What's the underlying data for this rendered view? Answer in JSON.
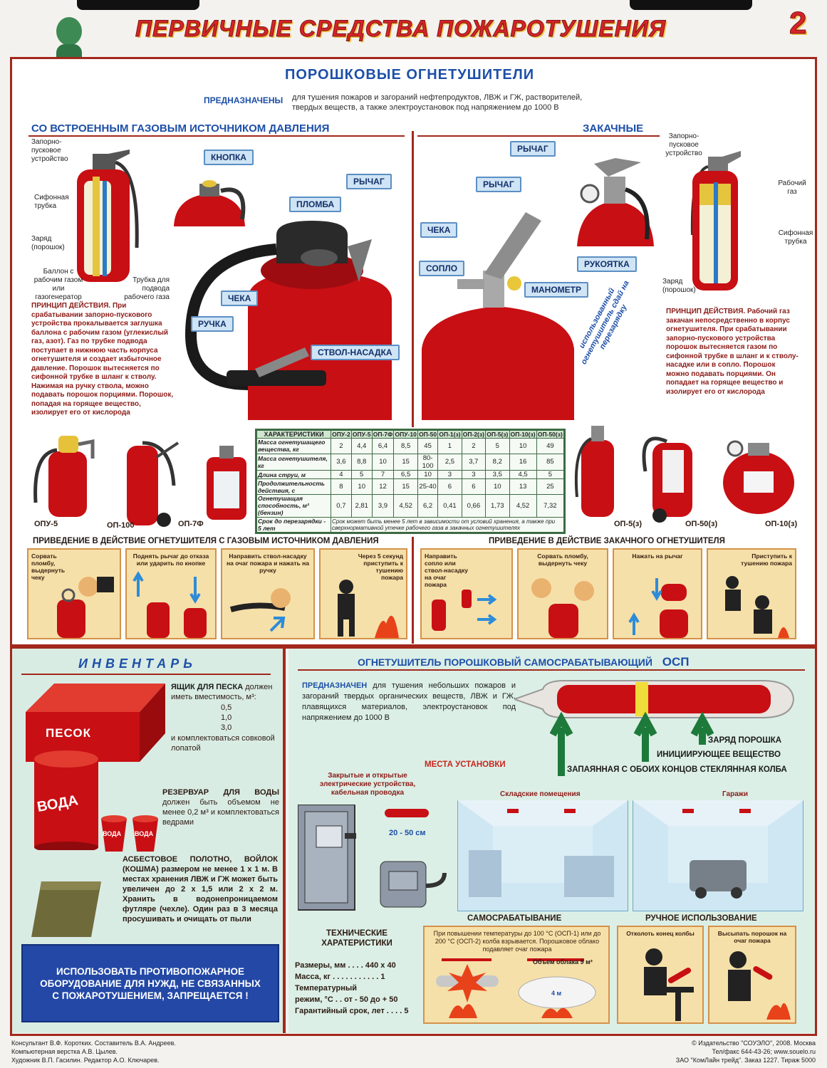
{
  "poster": {
    "title": "ПЕРВИЧНЫЕ СРЕДСТВА ПОЖАРОТУШЕНИЯ",
    "sheet_number": "2"
  },
  "powder": {
    "heading": "ПОРОШКОВЫЕ ОГНЕТУШИТЕЛИ",
    "purpose_label": "ПРЕДНАЗНАЧЕНЫ",
    "purpose_text_1": "для тушения пожаров и загораний нефтепродуктов, ЛВЖ и ГЖ, растворителей,",
    "purpose_text_2": "твердых веществ, а также электроустановок под напряжением до 1000 В"
  },
  "gas_source": {
    "heading": "СО ВСТРОЕННЫМ ГАЗОВЫМ ИСТОЧНИКОМ ДАВЛЕНИЯ",
    "labels": {
      "valve": "Запорно-пусковое устройство",
      "siphon": "Сифонная трубка",
      "charge": "Заряд (порошок)",
      "cylinder": "Баллон с рабочим газом или газогенератор",
      "tube": "Трубка для подвода рабочего газа"
    },
    "callouts": {
      "button": "КНОПКА",
      "lever": "РЫЧАГ",
      "seal": "ПЛОМБА",
      "pin": "ЧЕКА",
      "handle": "РУЧКА",
      "nozzle": "СТВОЛ-НАСАДКА"
    },
    "principle_title": "ПРИНЦИП ДЕЙСТВИЯ.",
    "principle_text": "При срабатывании запорно-пускового устройства прокалывается заглушка баллона с рабочим газом (углекислый газ, азот). Газ по трубке подвода поступает в нижнюю часть корпуса огнетушителя и создает избыточное давление. Порошок вытесняется по сифонной трубке в шланг к стволу. Нажимая на ручку ствола, можно подавать порошок порциями. Порошок, попадая на горящее вещество, изолирует его от кислорода"
  },
  "stored": {
    "heading": "ЗАКАЧНЫЕ",
    "callouts": {
      "lever_1": "РЫЧАГ",
      "lever_2": "РЫЧАГ",
      "pin": "ЧЕКА",
      "nozzle": "СОПЛО",
      "handle": "РУКОЯТКА",
      "gauge": "МАНОМЕТР"
    },
    "labels": {
      "valve": "Запорно-пусковое устройство",
      "gas": "Рабочий газ",
      "siphon": "Сифонная трубка",
      "charge": "Заряд (порошок)"
    },
    "recharge_note": "использованный огнетушитель сдай на перезарядку",
    "principle_title": "ПРИНЦИП ДЕЙСТВИЯ.",
    "principle_text": "Рабочий газ закачан непосредственно в корпус огнетушителя. При срабатывании запорно-пускового устройства порошок вытесняется газом по сифонной трубке в шланг и к стволу-насадке или в сопло. Порошок можно подавать порциями. Он попадает на горящее вещество и изолирует его от кислорода"
  },
  "models_left": [
    "ОПУ-5",
    "ОП-100",
    "ОП-7Ф"
  ],
  "models_right": [
    "ОП-5(з)",
    "ОП-50(з)",
    "ОП-10(з)"
  ],
  "spec_table": {
    "header": [
      "ХАРАКТЕРИСТИКИ",
      "ОПУ-2",
      "ОПУ-5",
      "ОП-7Ф",
      "ОПУ-10",
      "ОП-50",
      "ОП-1(з)",
      "ОП-2(з)",
      "ОП-5(з)",
      "ОП-10(з)",
      "ОП-50(з)"
    ],
    "rows": [
      [
        "Масса огнетушащего вещества, кг",
        "2",
        "4,4",
        "6,4",
        "8,5",
        "45",
        "1",
        "2",
        "5",
        "10",
        "49"
      ],
      [
        "Масса огнетушителя, кг",
        "3,6",
        "8,8",
        "10",
        "15",
        "80-100",
        "2,5",
        "3,7",
        "8,2",
        "16",
        "85"
      ],
      [
        "Длина струи, м",
        "4",
        "5",
        "7",
        "6,5",
        "10",
        "3",
        "3",
        "3,5",
        "4,5",
        "5"
      ],
      [
        "Продолжительность действия, с",
        "8",
        "10",
        "12",
        "15",
        "25-40",
        "6",
        "6",
        "10",
        "13",
        "25"
      ],
      [
        "Огнетушащая способность, м² (бензин)",
        "0,7",
        "2,81",
        "3,9",
        "4,52",
        "6,2",
        "0,41",
        "0,66",
        "1,73",
        "4,52",
        "7,32"
      ]
    ],
    "last_row_label": "Срок до перезарядки - 5 лет",
    "last_row_note": "Срок может быть менее 5 лет в зависимости от условий хранения, а также при сверхнормативной утечке рабочего газа в закачных огнетушителях"
  },
  "steps_gas": {
    "heading": "ПРИВЕДЕНИЕ В ДЕЙСТВИЕ ОГНЕТУШИТЕЛЯ С ГАЗОВЫМ ИСТОЧНИКОМ ДАВЛЕНИЯ",
    "items": [
      "Сорвать пломбу, выдернуть чеку",
      "Поднять рычаг до отказа или ударить по кнопке",
      "Направить ствол-насадку на очаг пожара и нажать на ручку",
      "Через 5 секунд приступить к тушению пожара"
    ]
  },
  "steps_stored": {
    "heading": "ПРИВЕДЕНИЕ В ДЕЙСТВИЕ ЗАКАЧНОГО ОГНЕТУШИТЕЛЯ",
    "items": [
      "Направить сопло или ствол-насадку на очаг пожара",
      "Сорвать пломбу, выдернуть чеку",
      "Нажать на рычаг",
      "Приступить к тушению пожара"
    ]
  },
  "inventory": {
    "heading": "ИНВЕНТАРЬ",
    "sand_label": "ПЕСОК",
    "water_label": "ВОДА",
    "bucket_label": "ВОДА",
    "box_title": "ЯЩИК ДЛЯ ПЕСКА",
    "box_text": "должен иметь вместимость, м³:",
    "box_volumes": [
      "0,5",
      "1,0",
      "3,0"
    ],
    "box_tail": "и комплектоваться совковой лопатой",
    "tank_title": "РЕЗЕРВУАР ДЛЯ ВОДЫ",
    "tank_text": "должен быть объемом не менее 0,2 м³ и комплектоваться ведрами",
    "blanket_title": "АСБЕСТОВОЕ ПОЛОТНО, ВОЙЛОК (КОШМА)",
    "blanket_text": "размером не менее 1 х 1 м. В местах хранения ЛВЖ и ГЖ может быть увеличен до 2 х 1,5 или 2 х 2 м. Хранить в водонепроницаемом футляре (чехле). Один раз в 3 месяца просушивать и очищать от пыли",
    "warning": "ИСПОЛЬЗОВАТЬ ПРОТИВОПОЖАРНОЕ ОБОРУДОВАНИЕ ДЛЯ НУЖД, НЕ СВЯЗАННЫХ С ПОЖАРОТУШЕНИЕМ, ЗАПРЕЩАЕТСЯ !"
  },
  "osp": {
    "heading": "ОГНЕТУШИТЕЛЬ ПОРОШКОВЫЙ САМОСРАБАТЫВАЮЩИЙ",
    "code": "ОСП",
    "purpose_label": "ПРЕДНАЗНАЧЕН",
    "purpose_text": "для тушения небольших пожаров и загораний твердых органических веществ, ЛВЖ и ГЖ, плавящихся материалов, электроустановок под напряжением до 1000 В",
    "parts": [
      "ЗАРЯД ПОРОШКА",
      "ИНИЦИИРУЮЩЕЕ ВЕЩЕСТВО",
      "ЗАПАЯННАЯ С ОБОИХ КОНЦОВ СТЕКЛЯННАЯ КОЛБА"
    ],
    "places_heading": "МЕСТА УСТАНОВКИ",
    "place_electrical": "Закрытые и открытые электрические устройства, кабельная проводка",
    "distance": "20 - 50 см",
    "place_warehouse": "Складские помещения",
    "place_garage": "Гаражи",
    "tech_heading": "ТЕХНИЧЕСКИЕ ХАРАТЕРИСТИКИ",
    "tech_rows": [
      "Размеры, мм . . . . 440 х 40",
      "Масса, кг . . . . . . . . . . . 1",
      "Температурный",
      "режим, °С . . от - 50 до + 50",
      "Гарантийный срок, лет . . . . 5"
    ],
    "auto_heading": "САМОСРАБАТЫВАНИЕ",
    "auto_text": "При повышении температуры до 100 °С (ОСП-1) или до 200 °С (ОСП-2) колба взрывается. Порошковое облако подавляет очаг пожара",
    "cloud_label": "Объем облака 9 м³",
    "cloud_size": "4 м",
    "manual_heading": "РУЧНОЕ ИСПОЛЬЗОВАНИЕ",
    "manual_step_1": "Отколоть конец колбы",
    "manual_step_2": "Высыпать порошок на очаг пожара"
  },
  "credits": {
    "left_1": "Консультант В.Ф. Коротких. Составитель В.А. Андреев.",
    "left_2": "Компьютерная верстка А.В. Цылев.",
    "left_3": "Художник В.П. Гасилин. Редактор А.О. Ключарев.",
    "right_1": "© Издательство \"СОУЭЛО\", 2008. Москва",
    "right_2": "Тел/факс 644-43-26; www.souelo.ru",
    "right_3": "ЗАО \"КомЛайн трейд\". Заказ 1227. Тираж 5000"
  },
  "colors": {
    "frame": "#a2281c",
    "title_red": "#d8222a",
    "extinguisher_red": "#c80f14",
    "blue_text": "#1c4fa8",
    "step_bg": "#f6e0a9",
    "inventory_bg": "#d9ece4",
    "warning_bg": "#2348a6"
  }
}
